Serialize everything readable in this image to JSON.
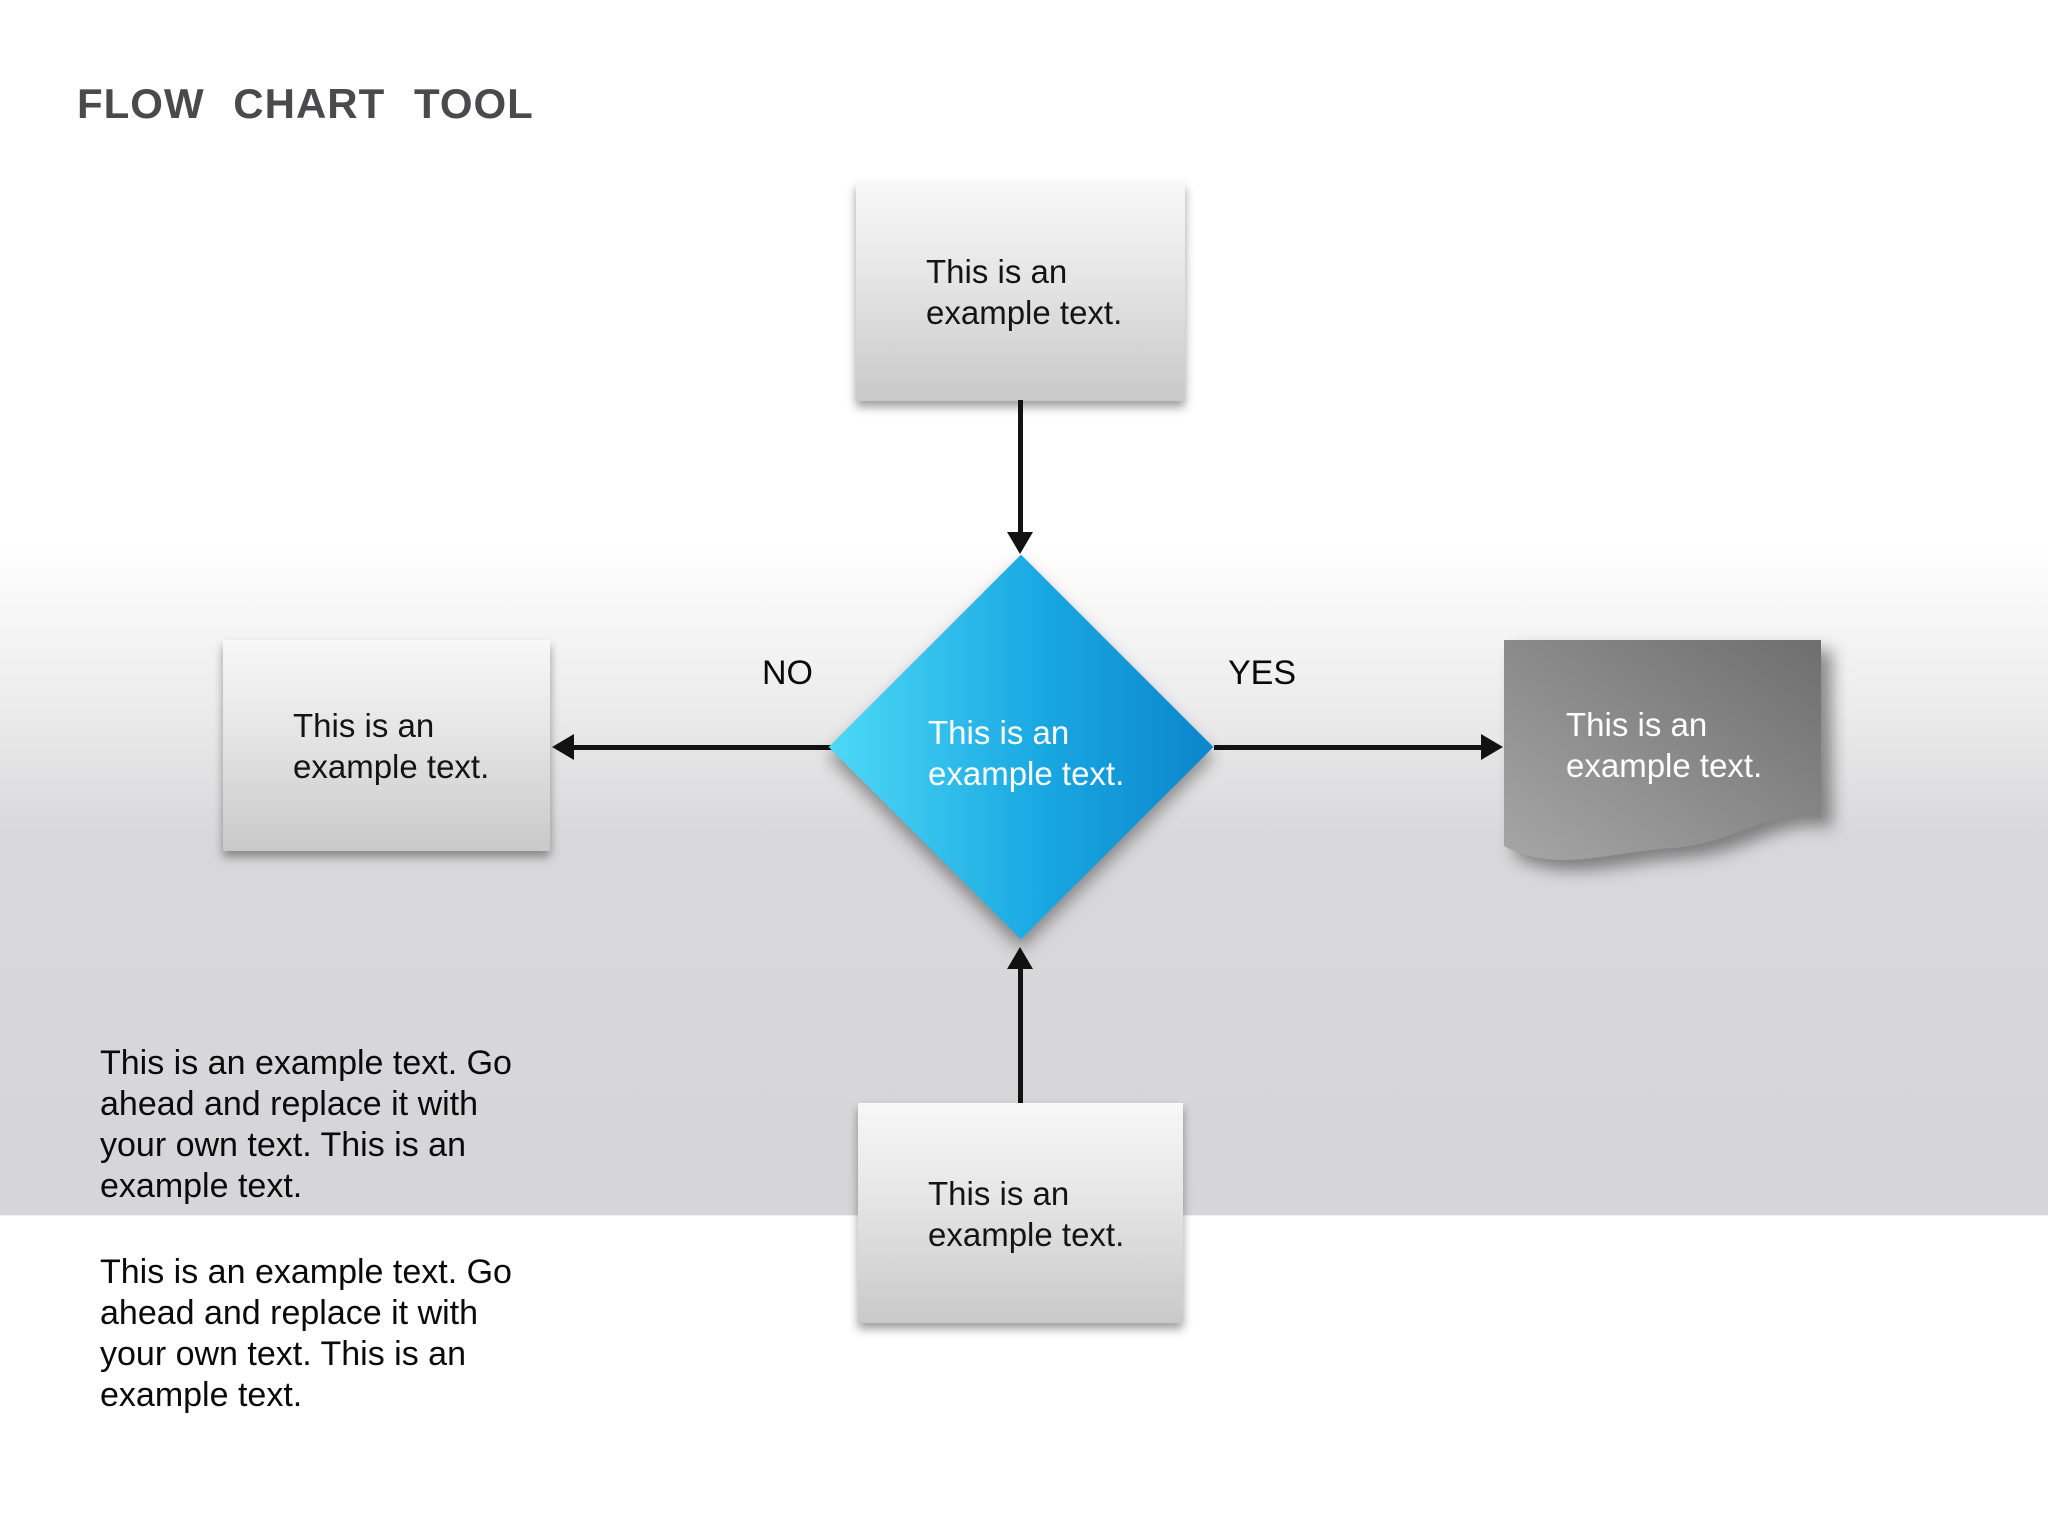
{
  "title": "FLOW CHART TOOL",
  "nodes": {
    "top_box": {
      "label": "This is an\nexample text."
    },
    "decision_diamond": {
      "label": "This is an\nexample text."
    },
    "left_box": {
      "label": "This is an\nexample text."
    },
    "document_shape": {
      "label": "This is an\nexample text."
    },
    "bottom_box": {
      "label": "This is an\nexample text."
    }
  },
  "edge_labels": {
    "no": "NO",
    "yes": "YES"
  },
  "paragraphs": {
    "first": "This is an example text. Go\nahead and replace it with\nyour own text. This is an\nexample text.",
    "second": "This is an example text. Go\nahead and replace it with\nyour own text. This is an\nexample text."
  },
  "colors": {
    "title": "#4a4a4c",
    "diamond_gradient_start": "#4ed9f7",
    "diamond_gradient_end": "#0c85cc",
    "document_gradient_start": "#a6a6a6",
    "document_gradient_end": "#6e6e6e",
    "box_gradient_start": "#f7f7f7",
    "box_gradient_end": "#c9c9c9",
    "background_band": "#d6d6d8",
    "arrow": "#121212"
  }
}
